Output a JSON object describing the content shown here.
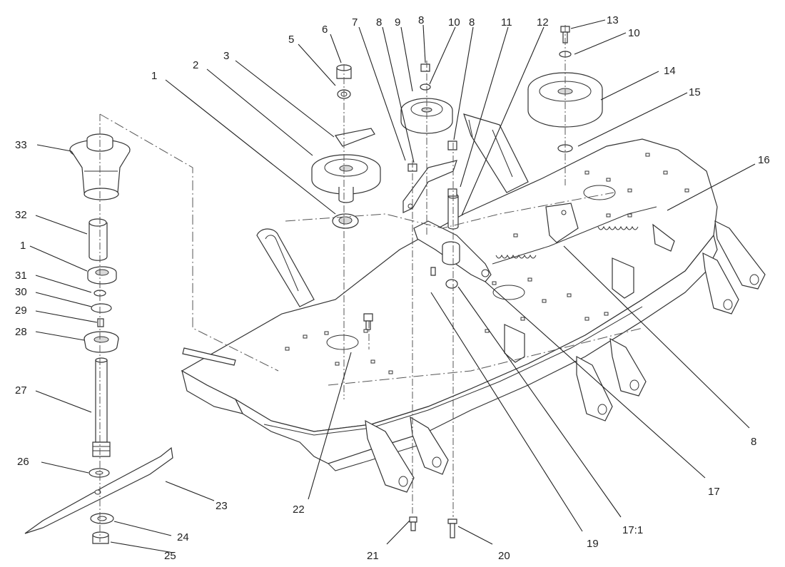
{
  "callouts": [
    {
      "id": "c1a",
      "label": "1"
    },
    {
      "id": "c2",
      "label": "2"
    },
    {
      "id": "c3",
      "label": "3"
    },
    {
      "id": "c5",
      "label": "5"
    },
    {
      "id": "c6",
      "label": "6"
    },
    {
      "id": "c7",
      "label": "7"
    },
    {
      "id": "c8a",
      "label": "8"
    },
    {
      "id": "c9",
      "label": "9"
    },
    {
      "id": "c8b",
      "label": "8"
    },
    {
      "id": "c10a",
      "label": "10"
    },
    {
      "id": "c8c",
      "label": "8"
    },
    {
      "id": "c11",
      "label": "11"
    },
    {
      "id": "c12",
      "label": "12"
    },
    {
      "id": "c13",
      "label": "13"
    },
    {
      "id": "c10b",
      "label": "10"
    },
    {
      "id": "c14",
      "label": "14"
    },
    {
      "id": "c15",
      "label": "15"
    },
    {
      "id": "c16",
      "label": "16"
    },
    {
      "id": "c33",
      "label": "33"
    },
    {
      "id": "c32",
      "label": "32"
    },
    {
      "id": "c1b",
      "label": "1"
    },
    {
      "id": "c31",
      "label": "31"
    },
    {
      "id": "c30",
      "label": "30"
    },
    {
      "id": "c29",
      "label": "29"
    },
    {
      "id": "c28",
      "label": "28"
    },
    {
      "id": "c27",
      "label": "27"
    },
    {
      "id": "c26",
      "label": "26"
    },
    {
      "id": "c23",
      "label": "23"
    },
    {
      "id": "c24",
      "label": "24"
    },
    {
      "id": "c25",
      "label": "25"
    },
    {
      "id": "c22",
      "label": "22"
    },
    {
      "id": "c21",
      "label": "21"
    },
    {
      "id": "c20",
      "label": "20"
    },
    {
      "id": "c19",
      "label": "19"
    },
    {
      "id": "c171",
      "label": "17:1"
    },
    {
      "id": "c17",
      "label": "17"
    },
    {
      "id": "c8d",
      "label": "8"
    }
  ]
}
